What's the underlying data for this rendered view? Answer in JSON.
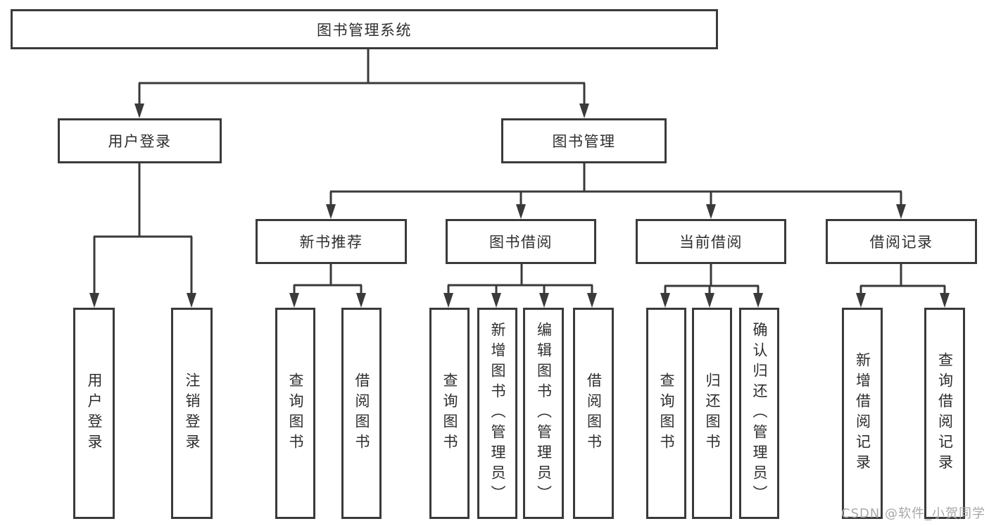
{
  "nodes": {
    "root": "图书管理系统",
    "level2": [
      "用户登录",
      "图书管理"
    ],
    "level3": [
      "新书推荐",
      "图书借阅",
      "当前借阅",
      "借阅记录"
    ],
    "leaves_user_login": [
      "用户登录",
      "注销登录"
    ],
    "leaves_new_book": [
      "查询图书",
      "借阅图书"
    ],
    "leaves_book_borrow": [
      "查询图书",
      "新增图书（管理员）",
      "编辑图书（管理员）",
      "借阅图书"
    ],
    "leaves_current_borrow": [
      "查询图书",
      "归还图书",
      "确认归还（管理员）"
    ],
    "leaves_borrow_records": [
      "新增借阅记录",
      "查询借阅记录"
    ]
  },
  "watermark": "CSDN @软件_小贺同学",
  "colors": {
    "line": "#3a3a3a",
    "text": "#2e2e2e",
    "watermark": "#a8a8a8",
    "background": "#ffffff"
  }
}
